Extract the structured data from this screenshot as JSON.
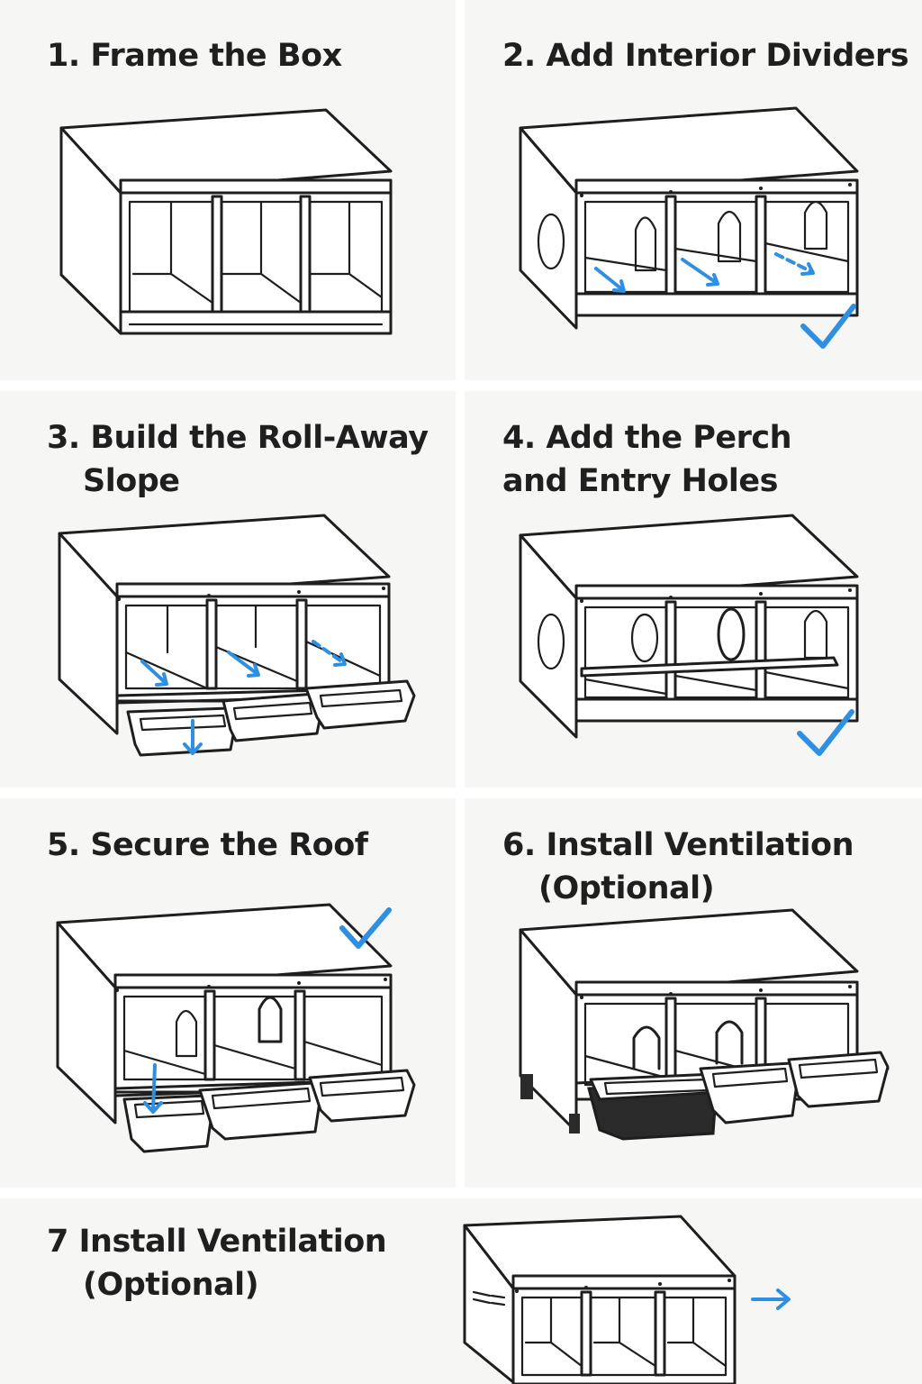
{
  "steps": [
    {
      "title_lines": [
        "1. Frame the Box"
      ]
    },
    {
      "title_lines": [
        "2. Add Interior Dividers"
      ]
    },
    {
      "title_lines": [
        "3. Build the Roll-Away",
        "Slope"
      ]
    },
    {
      "title_lines": [
        "4. Add the Perch",
        "and Entry Holes"
      ]
    },
    {
      "title_lines": [
        "5. Secure the Roof"
      ]
    },
    {
      "title_lines": [
        "6. Install Ventilation",
        "(Optional)"
      ]
    },
    {
      "title_lines": [
        "7  Install Ventilation",
        "(Optional)"
      ]
    }
  ],
  "colors": {
    "panel_bg": "#f6f6f5",
    "line": "#1e1e1e",
    "accent": "#2f8fe0",
    "dark_bin": "#2a2a2a"
  },
  "icons": [
    "checkmark-icon",
    "arrow-icon",
    "vent-slots-icon"
  ]
}
